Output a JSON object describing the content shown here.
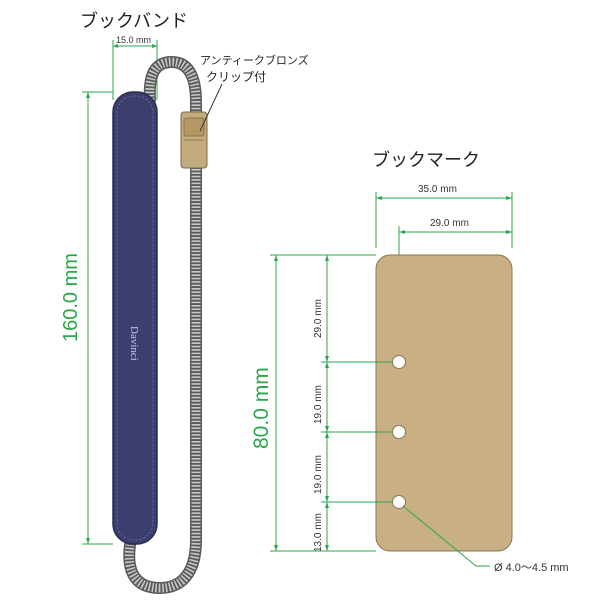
{
  "bookband": {
    "title": "ブックバンド",
    "width_label": "15.0 mm",
    "length_label": "160.0 mm",
    "clip_label_line1": "アンティークブロンズ",
    "clip_label_line2": "クリップ付",
    "brand": "Davinci"
  },
  "bookmark": {
    "title": "ブックマーク",
    "width_label": "35.0 mm",
    "hole_offset_label": "29.0 mm",
    "height_label": "80.0 mm",
    "segments": [
      "29.0 mm",
      "19.0 mm",
      "19.0 mm",
      "13.0 mm"
    ],
    "hole_diameter_label": "Ø 4.0～4.5 mm"
  },
  "colors": {
    "band": "#3c3f6e",
    "band_edge": "#2a2c52",
    "cord": "#8a8a8a",
    "clip": "#c4ab7d",
    "bookmark": "#c9b084",
    "dimension": "#2aa84a"
  }
}
